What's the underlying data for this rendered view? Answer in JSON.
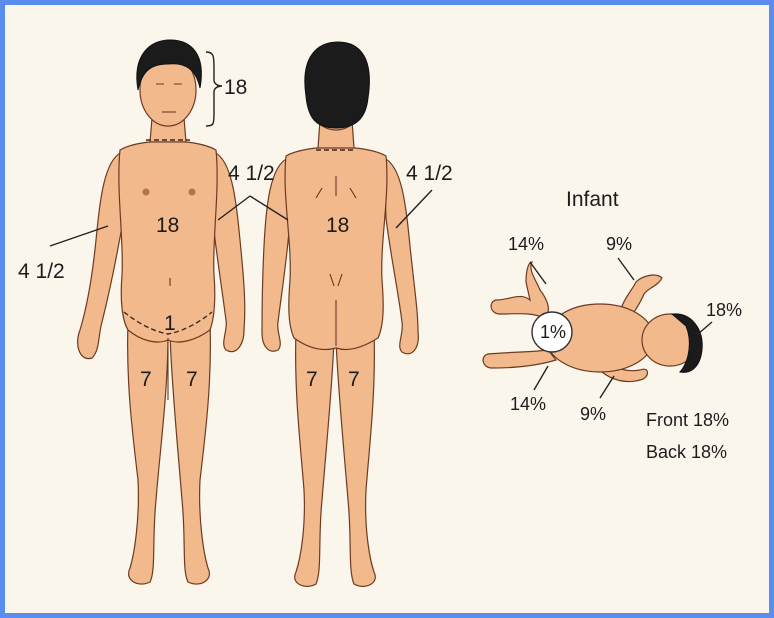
{
  "colors": {
    "frame": "#5b8def",
    "background": "#fbf6ec",
    "skin": "#f2b98c",
    "hair": "#1b1b1b"
  },
  "adult_front": {
    "head": "18",
    "trunk": "18",
    "arm_right": "4 1/2",
    "arms_shared": "4 1/2",
    "genital": "1",
    "leg_left": "7",
    "leg_right": "7"
  },
  "adult_back": {
    "trunk": "18",
    "arm_right": "4 1/2",
    "leg_left": "7",
    "leg_right": "7"
  },
  "infant": {
    "title": "Infant",
    "upper_leg": "14%",
    "upper_arm": "9%",
    "head": "18%",
    "genital": "1%",
    "lower_leg": "14%",
    "lower_arm": "9%",
    "trunk_front": "Front 18%",
    "trunk_back": "Back 18%"
  }
}
